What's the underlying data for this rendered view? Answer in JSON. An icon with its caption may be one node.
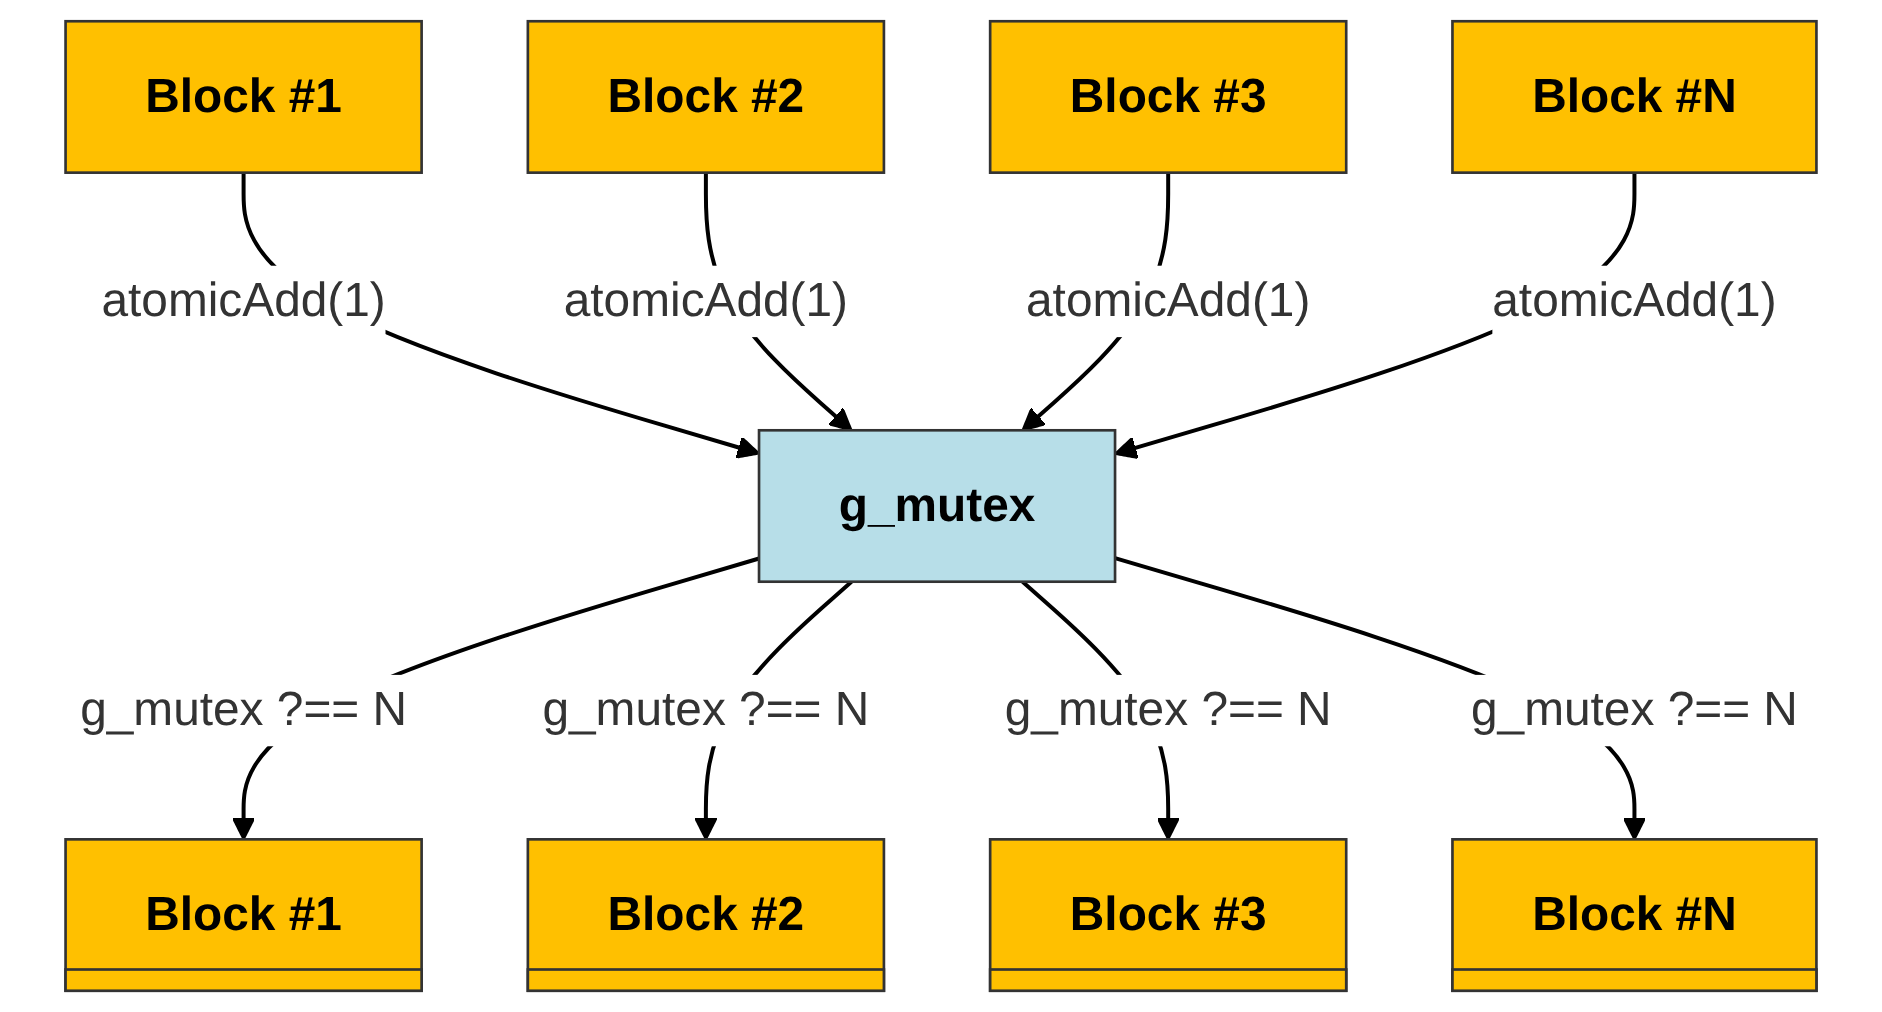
{
  "diagram": {
    "nodes": [
      {
        "text": [
          "Block #1"
        ]
      },
      {
        "text": [
          "Block #2"
        ]
      },
      {
        "text": [
          "Block #3"
        ]
      },
      {
        "text": [
          "Block #N"
        ]
      },
      {
        "text": [
          "g_mutex"
        ]
      },
      {
        "text": [
          "Block #1"
        ]
      },
      {
        "text": [
          "Block #2"
        ]
      },
      {
        "text": [
          "Block #3"
        ]
      },
      {
        "text": [
          "Block #N"
        ]
      }
    ],
    "edges": [
      {
        "from": 0,
        "to": 4,
        "arrow": "to",
        "label": "atomicAdd(1)"
      },
      {
        "from": 1,
        "to": 4,
        "arrow": "to",
        "label": "atomicAdd(1)"
      },
      {
        "from": 2,
        "to": 4,
        "arrow": "to",
        "label": "atomicAdd(1)"
      },
      {
        "from": 3,
        "to": 4,
        "arrow": "to",
        "label": "atomicAdd(1)"
      },
      {
        "from": 4,
        "to": 5,
        "arrow": "to",
        "label": "g_mutex ?== N"
      },
      {
        "from": 4,
        "to": 6,
        "arrow": "to",
        "label": "g_mutex ?== N"
      },
      {
        "from": 4,
        "to": 7,
        "arrow": "to",
        "label": "g_mutex ?== N"
      },
      {
        "from": 4,
        "to": 8,
        "arrow": "to",
        "label": "g_mutex ?== N"
      }
    ]
  }
}
